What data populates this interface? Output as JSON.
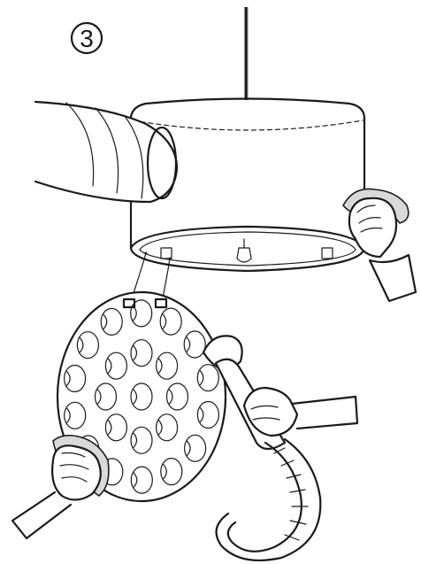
{
  "step": {
    "number": "3"
  },
  "colors": {
    "line": "#1a1a1a",
    "cloth": "#d9d9d9",
    "background": "#ffffff"
  },
  "icons": [
    "step-number-circle",
    "suspension-cable",
    "lamp-housing",
    "support-arm",
    "lamp-grille",
    "cleaning-cloth",
    "vacuum-hose",
    "hand"
  ]
}
